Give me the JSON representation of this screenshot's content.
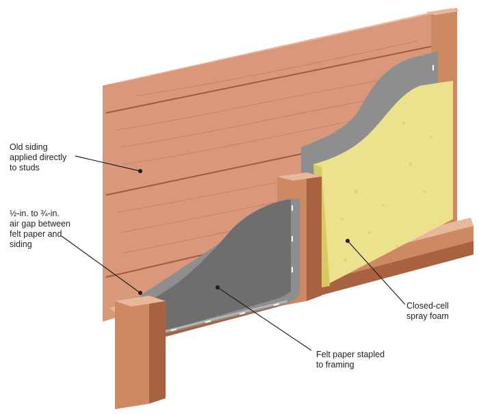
{
  "labels": {
    "old_siding": "Old siding\napplied directly\nto studs",
    "air_gap": "½-in. to ¾-in.\nair gap between\nfelt paper and\nsiding",
    "felt_paper": "Felt paper stapled\nto framing",
    "spray_foam": "Closed-cell\nspray foam"
  },
  "colors": {
    "siding": "#d9987b",
    "siding_light": "#e8b89d",
    "siding_dark": "#b8704f",
    "stud": "#cd8a62",
    "stud_dark": "#a8623f",
    "felt": "#8e8e8e",
    "felt_dark": "#6e6e6e",
    "foam": "#ece28e",
    "foam_dark": "#d7c964",
    "leader": "#1e1e1e"
  }
}
